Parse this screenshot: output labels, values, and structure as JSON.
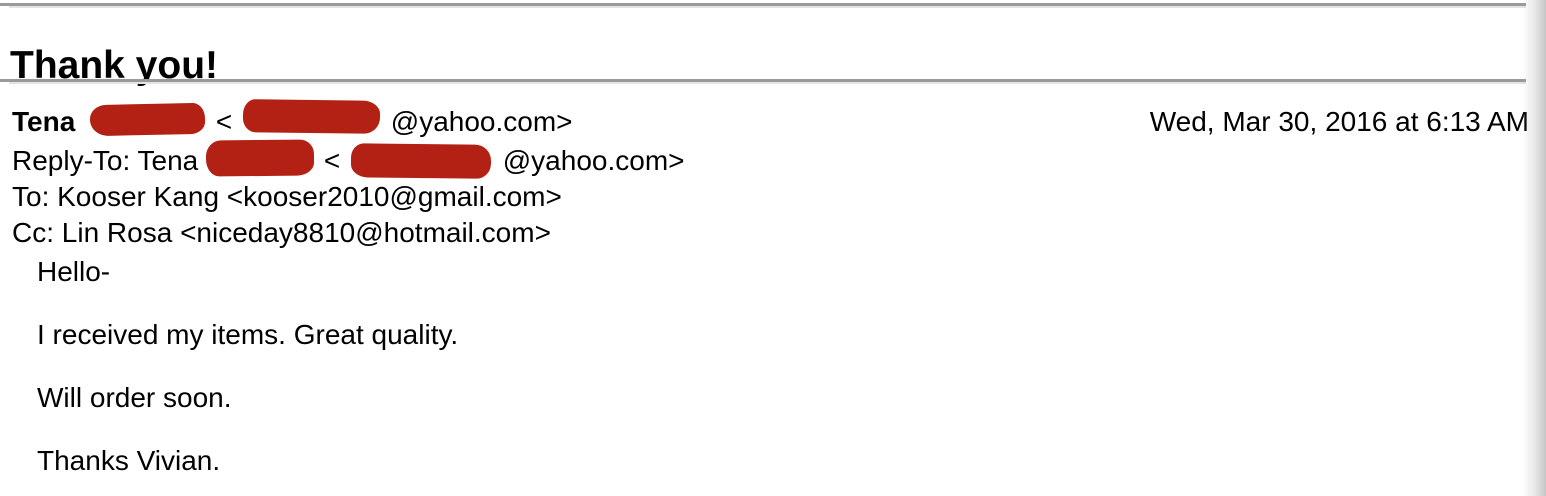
{
  "window": {
    "title": "Thank you!"
  },
  "header": {
    "from": {
      "name": "Tena",
      "angle_open": "<",
      "email_domain": "@yahoo.com>"
    },
    "date": "Wed, Mar 30, 2016 at 6:13 AM",
    "reply_to": {
      "label": "Reply-To: Tena",
      "angle_open": "<",
      "email_domain": "@yahoo.com>"
    },
    "to": "To: Kooser Kang <kooser2010@gmail.com>",
    "cc": "Cc: Lin Rosa <niceday8810@hotmail.com>"
  },
  "body": {
    "paragraphs": [
      "Hello-",
      "I received my items. Great quality.",
      "Will order soon.",
      "Thanks Vivian."
    ]
  },
  "colors": {
    "redaction_red": "#b32114",
    "rule_gray": "#9a9a9a"
  }
}
